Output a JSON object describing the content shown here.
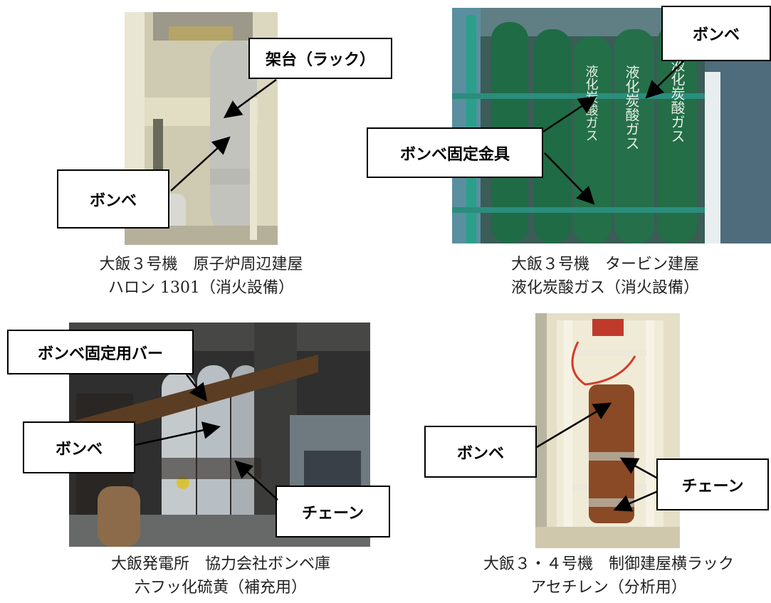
{
  "panels": [
    {
      "callouts": [
        "架台（ラック）",
        "ボンベ"
      ],
      "caption": [
        "大飯３号機　原子炉周辺建屋",
        "ハロン 1301（消火設備）"
      ]
    },
    {
      "callouts": [
        "ボンベ",
        "ボンベ固定金具"
      ],
      "cylinder_text": "液化炭酸ガス",
      "caption": [
        "大飯３号機　タービン建屋",
        "液化炭酸ガス（消火設備）"
      ]
    },
    {
      "callouts": [
        "ボンベ固定用バー",
        "ボンベ",
        "チェーン"
      ],
      "caption": [
        "大飯発電所　協力会社ボンベ庫",
        "六フッ化硫黄（補充用）"
      ]
    },
    {
      "callouts": [
        "ボンベ",
        "チェーン"
      ],
      "caption": [
        "大飯３・４号機　制御建屋横ラック",
        "アセチレン（分析用）"
      ]
    }
  ],
  "colors": {
    "green_cylinder": "#1f6b45",
    "gray_cylinder": "#c9cac6",
    "brown_cylinder": "#8a4a25",
    "frame": "#e6e1c6"
  }
}
